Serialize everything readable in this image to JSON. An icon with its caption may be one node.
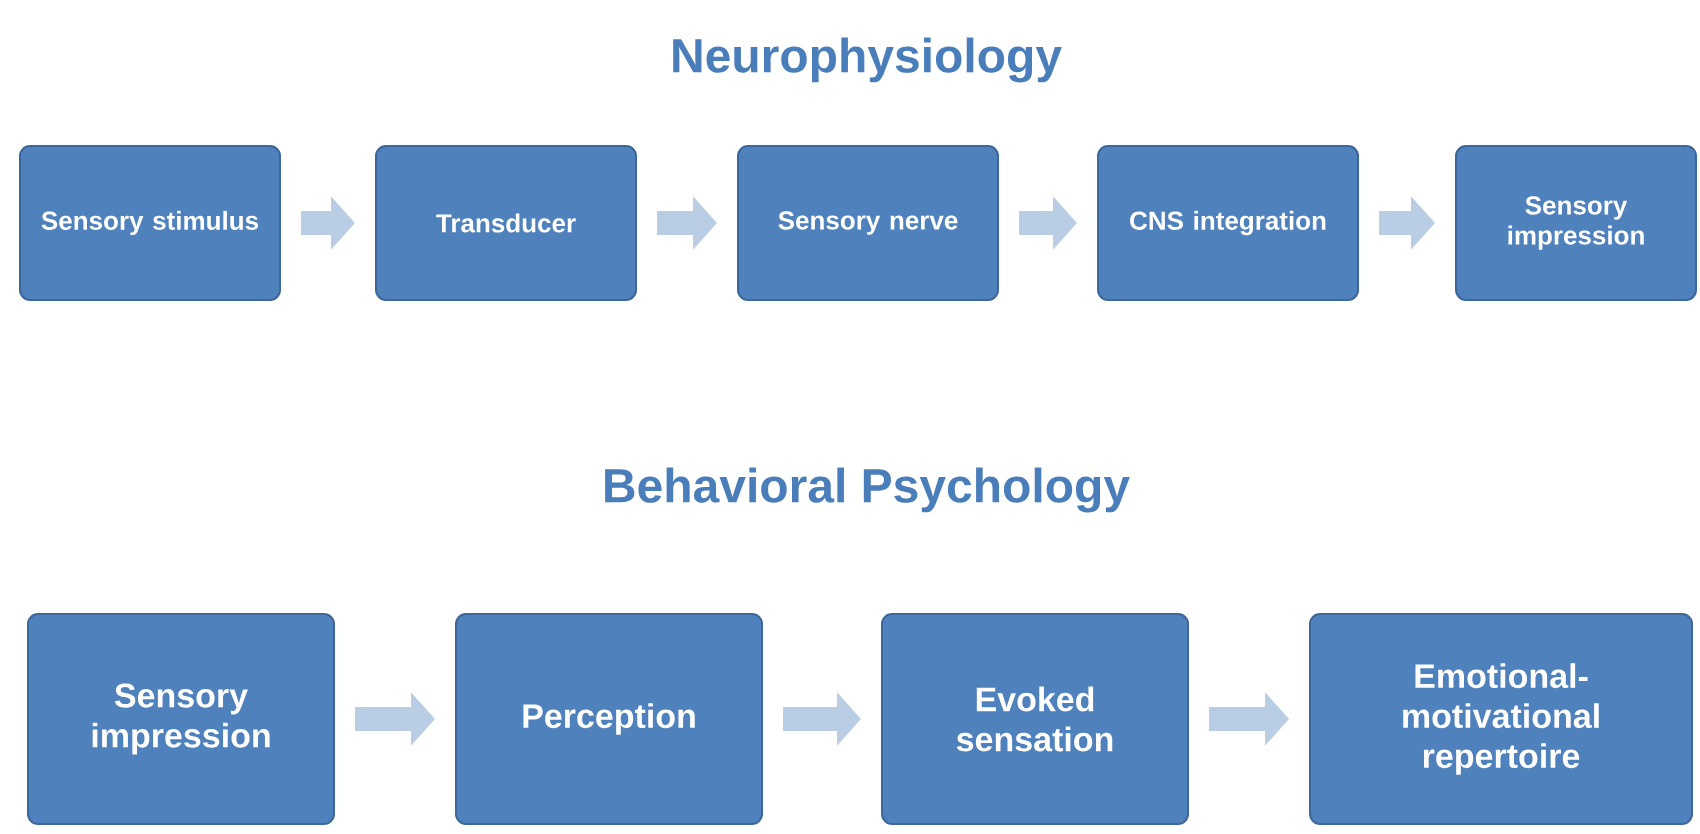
{
  "diagram": {
    "title": "Neurophysiology",
    "nodes": [
      {
        "text": [
          "Sensory stimulus"
        ]
      },
      {
        "text": [
          "Transducer"
        ]
      },
      {
        "text": [
          "Sensory nerve"
        ]
      },
      {
        "text": [
          "CNS integration"
        ]
      },
      {
        "text": [
          "Sensory impression"
        ]
      },
      {
        "text": [
          "Sensory impression"
        ]
      },
      {
        "text": [
          "Perception"
        ]
      },
      {
        "text": [
          "Evoked sensation"
        ]
      },
      {
        "text": [
          "Emotional-motivational repertoire"
        ]
      }
    ],
    "edges": [
      {
        "from": 0,
        "to": 1,
        "arrow": "to"
      },
      {
        "from": 1,
        "to": 2,
        "arrow": "to"
      },
      {
        "from": 2,
        "to": 3,
        "arrow": "to"
      },
      {
        "from": 3,
        "to": 4,
        "arrow": "to"
      },
      {
        "from": 5,
        "to": 6,
        "arrow": "to"
      },
      {
        "from": 6,
        "to": 7,
        "arrow": "to"
      },
      {
        "from": 7,
        "to": 8,
        "arrow": "to"
      }
    ],
    "labels": [
      "Behavioral Psychology"
    ]
  }
}
